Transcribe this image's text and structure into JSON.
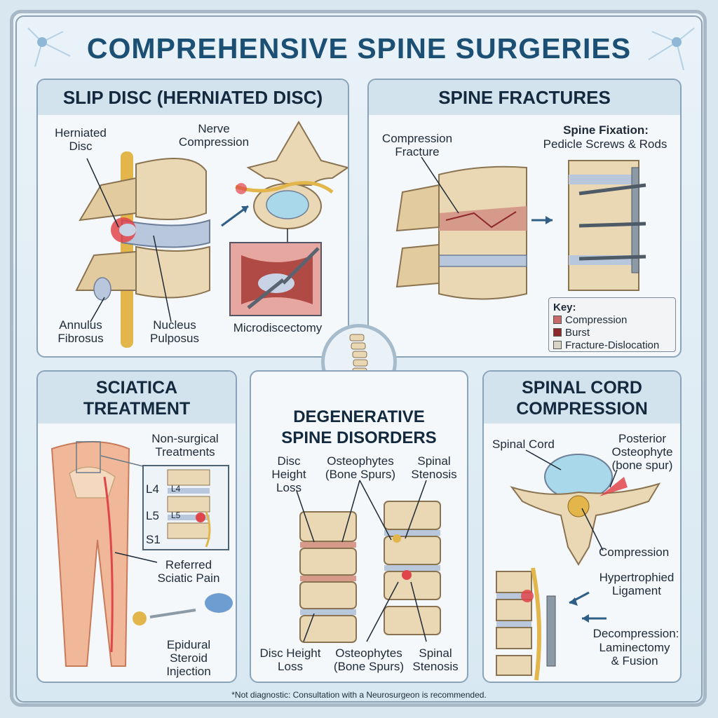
{
  "title": "COMPREHENSIVE SPINE SURGERIES",
  "footnote": "*Not diagnostic: Consultation with a Neurosurgeon is recommended.",
  "colors": {
    "bone": "#ead7b4",
    "disc": "#b9c7dc",
    "nerve": "#e2b64a",
    "inflammation": "#e0454a",
    "header": "#d3e3ee"
  },
  "panels": {
    "slip_disc": {
      "heading": "SLIP DISC (HERNIATED DISC)",
      "labels": {
        "herniated_disc": "Herniated Disc",
        "nerve_compression": "Nerve Compression",
        "annulus": "Annulus Fibrosus",
        "nucleus": "Nucleus Pulposus",
        "micro": "Microdiscectomy"
      }
    },
    "fractures": {
      "heading": "SPINE FRACTURES",
      "labels": {
        "compression": "Compression Fracture",
        "fixation_title": "Spine Fixation:",
        "fixation_sub": "Pedicle Screws & Rods"
      },
      "key": {
        "title": "Key:",
        "items": [
          {
            "label": "Compression",
            "color": "#c96a6a"
          },
          {
            "label": "Burst",
            "color": "#8f2a2a"
          },
          {
            "label": "Fracture-Dislocation",
            "color": "#d9d3c8"
          }
        ]
      }
    },
    "sciatica": {
      "heading": "SCIATICA TREATMENT",
      "labels": {
        "non_surgical": "Non-surgical Treatments",
        "l4": "L4",
        "l5": "L5",
        "s1": "S1",
        "l4_inset": "L4",
        "l5_inset": "L5",
        "referred": "Referred Sciatic Pain",
        "epidural": "Epidural Steroid Injection"
      }
    },
    "degenerative": {
      "heading": "DEGENERATIVE SPINE DISORDERS",
      "labels": {
        "disc_height_top": "Disc Height Loss",
        "osteo_top": "Osteophytes (Bone Spurs)",
        "stenosis_top": "Spinal Stenosis",
        "disc_height_bottom": "Disc Height Loss",
        "osteo_bottom": "Osteophytes (Bone Spurs)",
        "stenosis_bottom": "Spinal Stenosis"
      }
    },
    "cord": {
      "heading": "SPINAL CORD COMPRESSION",
      "labels": {
        "spinal_cord": "Spinal Cord",
        "posterior": "Posterior Osteophyte (bone spur)",
        "compression": "Compression",
        "ligament": "Hypertrophied Ligament",
        "decompression_title": "Decompression:",
        "decompression_sub": "Laminectomy & Fusion"
      }
    }
  }
}
